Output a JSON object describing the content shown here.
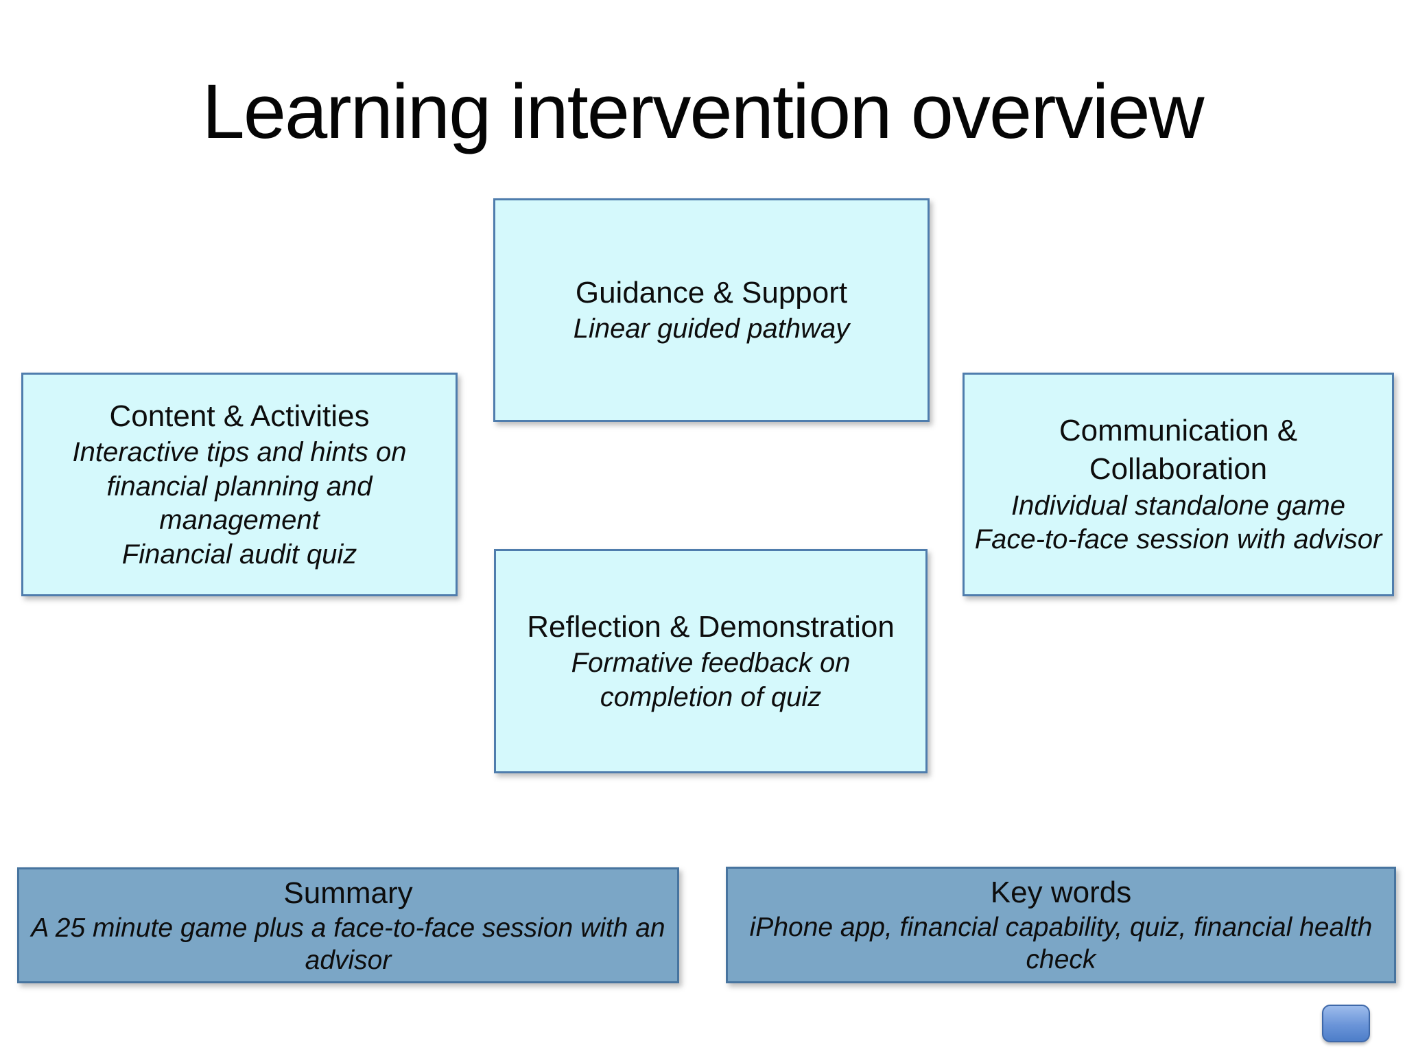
{
  "slide": {
    "title": "Learning intervention overview"
  },
  "boxes": [
    {
      "id": "guidance-support",
      "title": "Guidance & Support",
      "lines": [
        "Linear guided pathway"
      ]
    },
    {
      "id": "content-activities",
      "title": "Content & Activities",
      "lines": [
        "Interactive tips and hints on financial planning and management",
        "Financial audit quiz"
      ]
    },
    {
      "id": "communication-collaboration",
      "title": "Communication & Collaboration",
      "lines": [
        "Individual standalone game",
        "Face-to-face session with advisor"
      ]
    },
    {
      "id": "reflection-demonstration",
      "title": "Reflection & Demonstration",
      "lines": [
        "Formative feedback on completion of quiz"
      ]
    },
    {
      "id": "summary",
      "title": "Summary",
      "lines": [
        "A 25 minute game plus a face-to-face session with an advisor"
      ]
    },
    {
      "id": "key-words",
      "title": "Key words",
      "lines": [
        "iPhone app, financial capability, quiz, financial health check"
      ]
    }
  ],
  "colors": {
    "background": "#ffffff",
    "box_fill_cyan": "#d5f9fc",
    "box_fill_blue": "#7ba6c6",
    "box_border_cyan": "#4f7dad",
    "box_border_blue": "#47749f",
    "nav_button_top": "#9dbcec",
    "nav_button_bottom": "#4d7ec9",
    "nav_button_border": "#3e68a9",
    "text": "#0d0d0d"
  }
}
